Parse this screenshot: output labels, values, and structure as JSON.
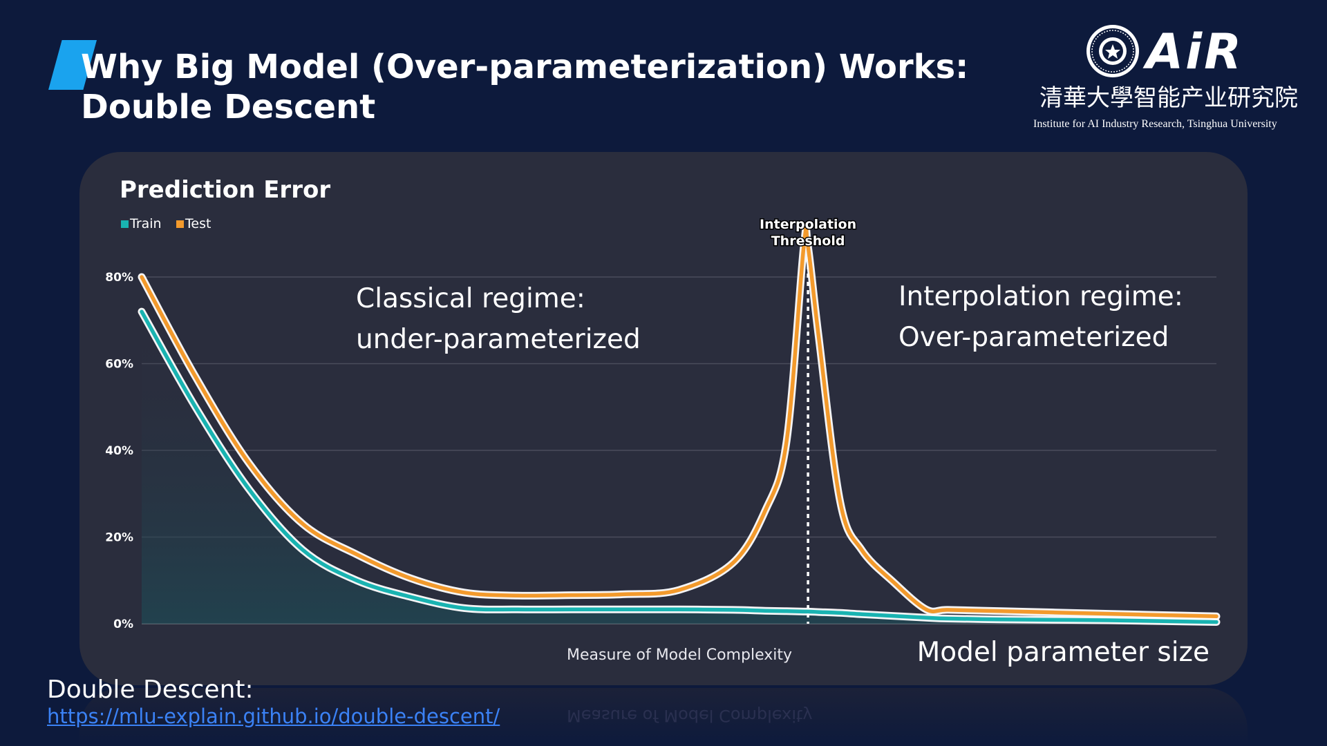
{
  "slide": {
    "title_line1": "Why Big Model (Over-parameterization) Works:",
    "title_line2": "Double Descent"
  },
  "logo": {
    "wordmark": "AiR",
    "chinese_name": "清華大學智能产业研究院",
    "english_name": "Institute for AI Industry Research,  Tsinghua University"
  },
  "chart_data": {
    "type": "line",
    "title": "Prediction Error",
    "xlabel": "Measure of Model Complexity",
    "ylabel": "",
    "ylim": [
      0,
      80
    ],
    "yticks": [
      "0%",
      "20%",
      "40%",
      "60%",
      "80%"
    ],
    "grid": true,
    "legend_position": "top-left",
    "x": [
      0,
      5,
      10,
      15,
      20,
      25,
      30,
      35,
      40,
      45,
      50,
      55,
      58,
      60,
      61.6,
      62,
      63,
      65,
      67,
      70,
      73,
      75,
      80,
      85,
      90,
      95,
      100
    ],
    "series": [
      {
        "name": "Train",
        "color": "#19b3b1",
        "values": [
          72,
          50,
          31,
          17,
          10,
          6.2,
          3.6,
          3.3,
          3.3,
          3.3,
          3.3,
          3.2,
          3.0,
          2.9,
          2.8,
          2.8,
          2.7,
          2.5,
          2.2,
          1.8,
          1.4,
          1.2,
          1.0,
          0.9,
          0.8,
          0.6,
          0.4
        ]
      },
      {
        "name": "Test",
        "color": "#f39a2c",
        "values": [
          80,
          57,
          37,
          23,
          16,
          10.5,
          7.2,
          6.5,
          6.6,
          6.8,
          7.8,
          14,
          26,
          42,
          87,
          87,
          66,
          28,
          17,
          9.5,
          3.3,
          3.2,
          2.9,
          2.6,
          2.3,
          2.0,
          1.7
        ]
      }
    ],
    "annotations": {
      "threshold_x": 62,
      "threshold_line1": "Interpolation",
      "threshold_line2": "Threshold",
      "left_region_line1": "Classical regime:",
      "left_region_line2": "under-parameterized",
      "right_region_line1": "Interpolation regime:",
      "right_region_line2": "Over-parameterized",
      "x_caption": "Model parameter size"
    }
  },
  "footer": {
    "label": "Double Descent:",
    "link": "https://mlu-explain.github.io/double-descent/"
  },
  "colors": {
    "background": "#0d1a3c",
    "panel": "#2a2d3d",
    "accent": "#1aa3ee",
    "link": "#3b82f6"
  }
}
